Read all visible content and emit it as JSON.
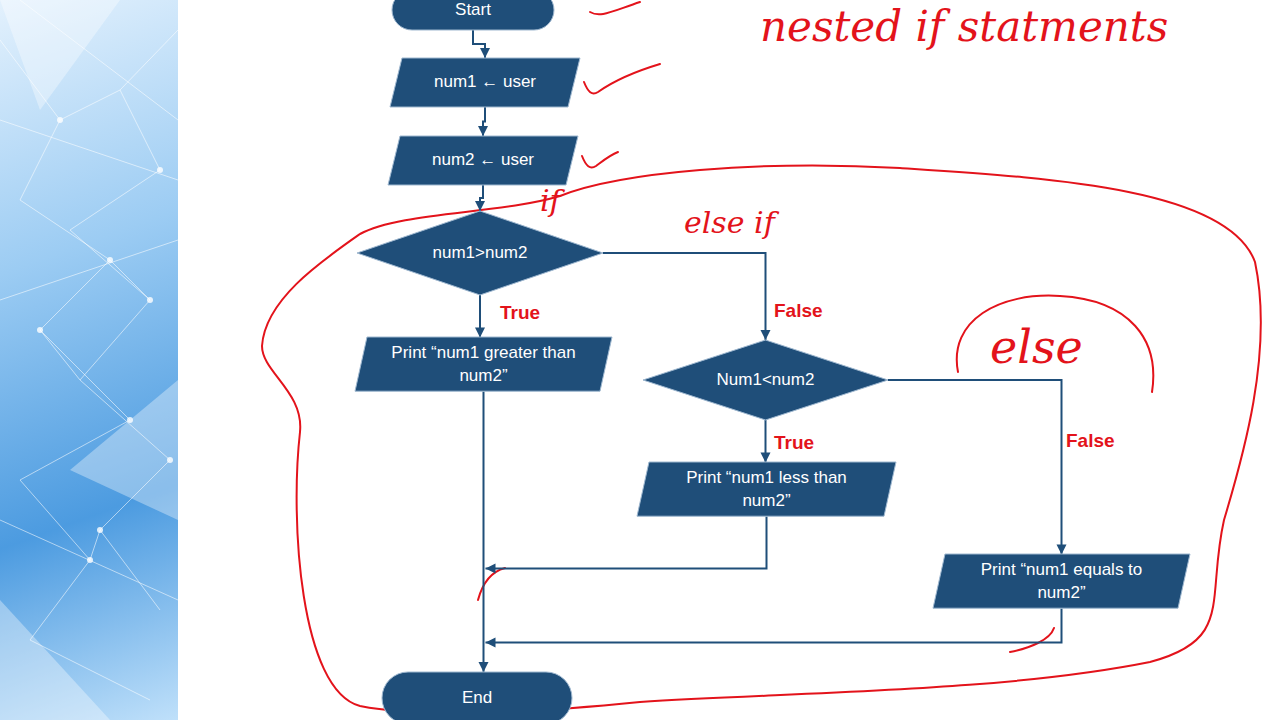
{
  "diagram": {
    "nodes": [
      {
        "text": [
          "Start"
        ]
      },
      {
        "text": [
          "num1 ← user"
        ]
      },
      {
        "text": [
          "num2 ← user"
        ]
      },
      {
        "text": [
          "num1>num2"
        ]
      },
      {
        "text": [
          "Print “num1 greater than num2”"
        ]
      },
      {
        "text": [
          "Num1<num2"
        ]
      },
      {
        "text": [
          "Print “num1 less than num2”"
        ]
      },
      {
        "text": [
          "Print “num1 equals to num2”"
        ]
      },
      {
        "text": [
          "End"
        ]
      }
    ],
    "edges": [
      {
        "from": 0,
        "to": 1,
        "arrow": "to"
      },
      {
        "from": 1,
        "to": 2,
        "arrow": "to"
      },
      {
        "from": 2,
        "to": 3,
        "arrow": "to"
      },
      {
        "from": 3,
        "to": 4,
        "label": "True",
        "arrow": "to"
      },
      {
        "from": 3,
        "to": 5,
        "label": "False",
        "arrow": "to"
      },
      {
        "from": 4,
        "to": 8,
        "arrow": "to"
      },
      {
        "from": 5,
        "to": 6,
        "label": "True",
        "arrow": "to"
      },
      {
        "from": 5,
        "to": 7,
        "label": "False",
        "arrow": "to"
      },
      {
        "from": 6,
        "to": 8,
        "arrow": "to"
      },
      {
        "from": 7,
        "to": 8,
        "arrow": "to"
      }
    ],
    "labels": [
      "nested if statments",
      "if",
      "else if",
      "else"
    ]
  }
}
